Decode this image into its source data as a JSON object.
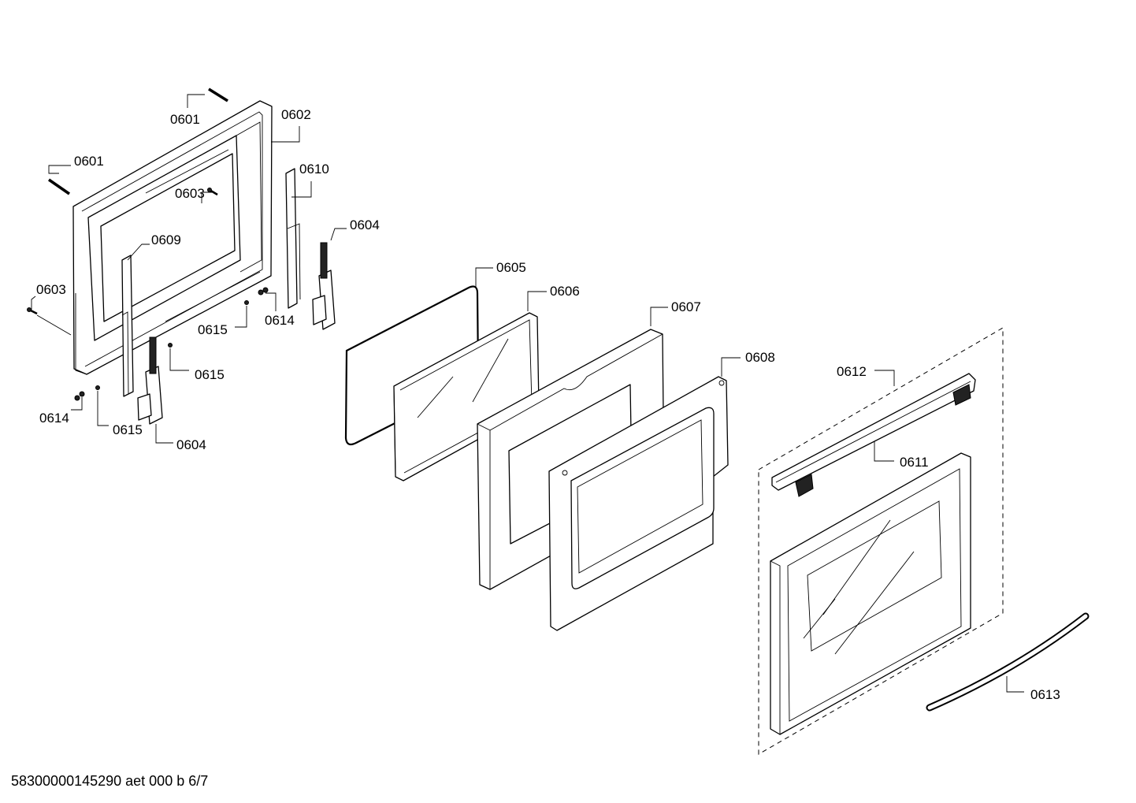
{
  "labels": {
    "l0601a": "0601",
    "l0601b": "0601",
    "l0602": "0602",
    "l0603a": "0603",
    "l0603b": "0603",
    "l0604a": "0604",
    "l0604b": "0604",
    "l0605": "0605",
    "l0606": "0606",
    "l0607": "0607",
    "l0608": "0608",
    "l0609": "0609",
    "l0610": "0610",
    "l0611": "0611",
    "l0612": "0612",
    "l0613": "0613",
    "l0614a": "0614",
    "l0614b": "0614",
    "l0615a": "0615",
    "l0615b": "0615",
    "l0615c": "0615"
  },
  "footer": "58300000145290 aet 000 b 6/7"
}
